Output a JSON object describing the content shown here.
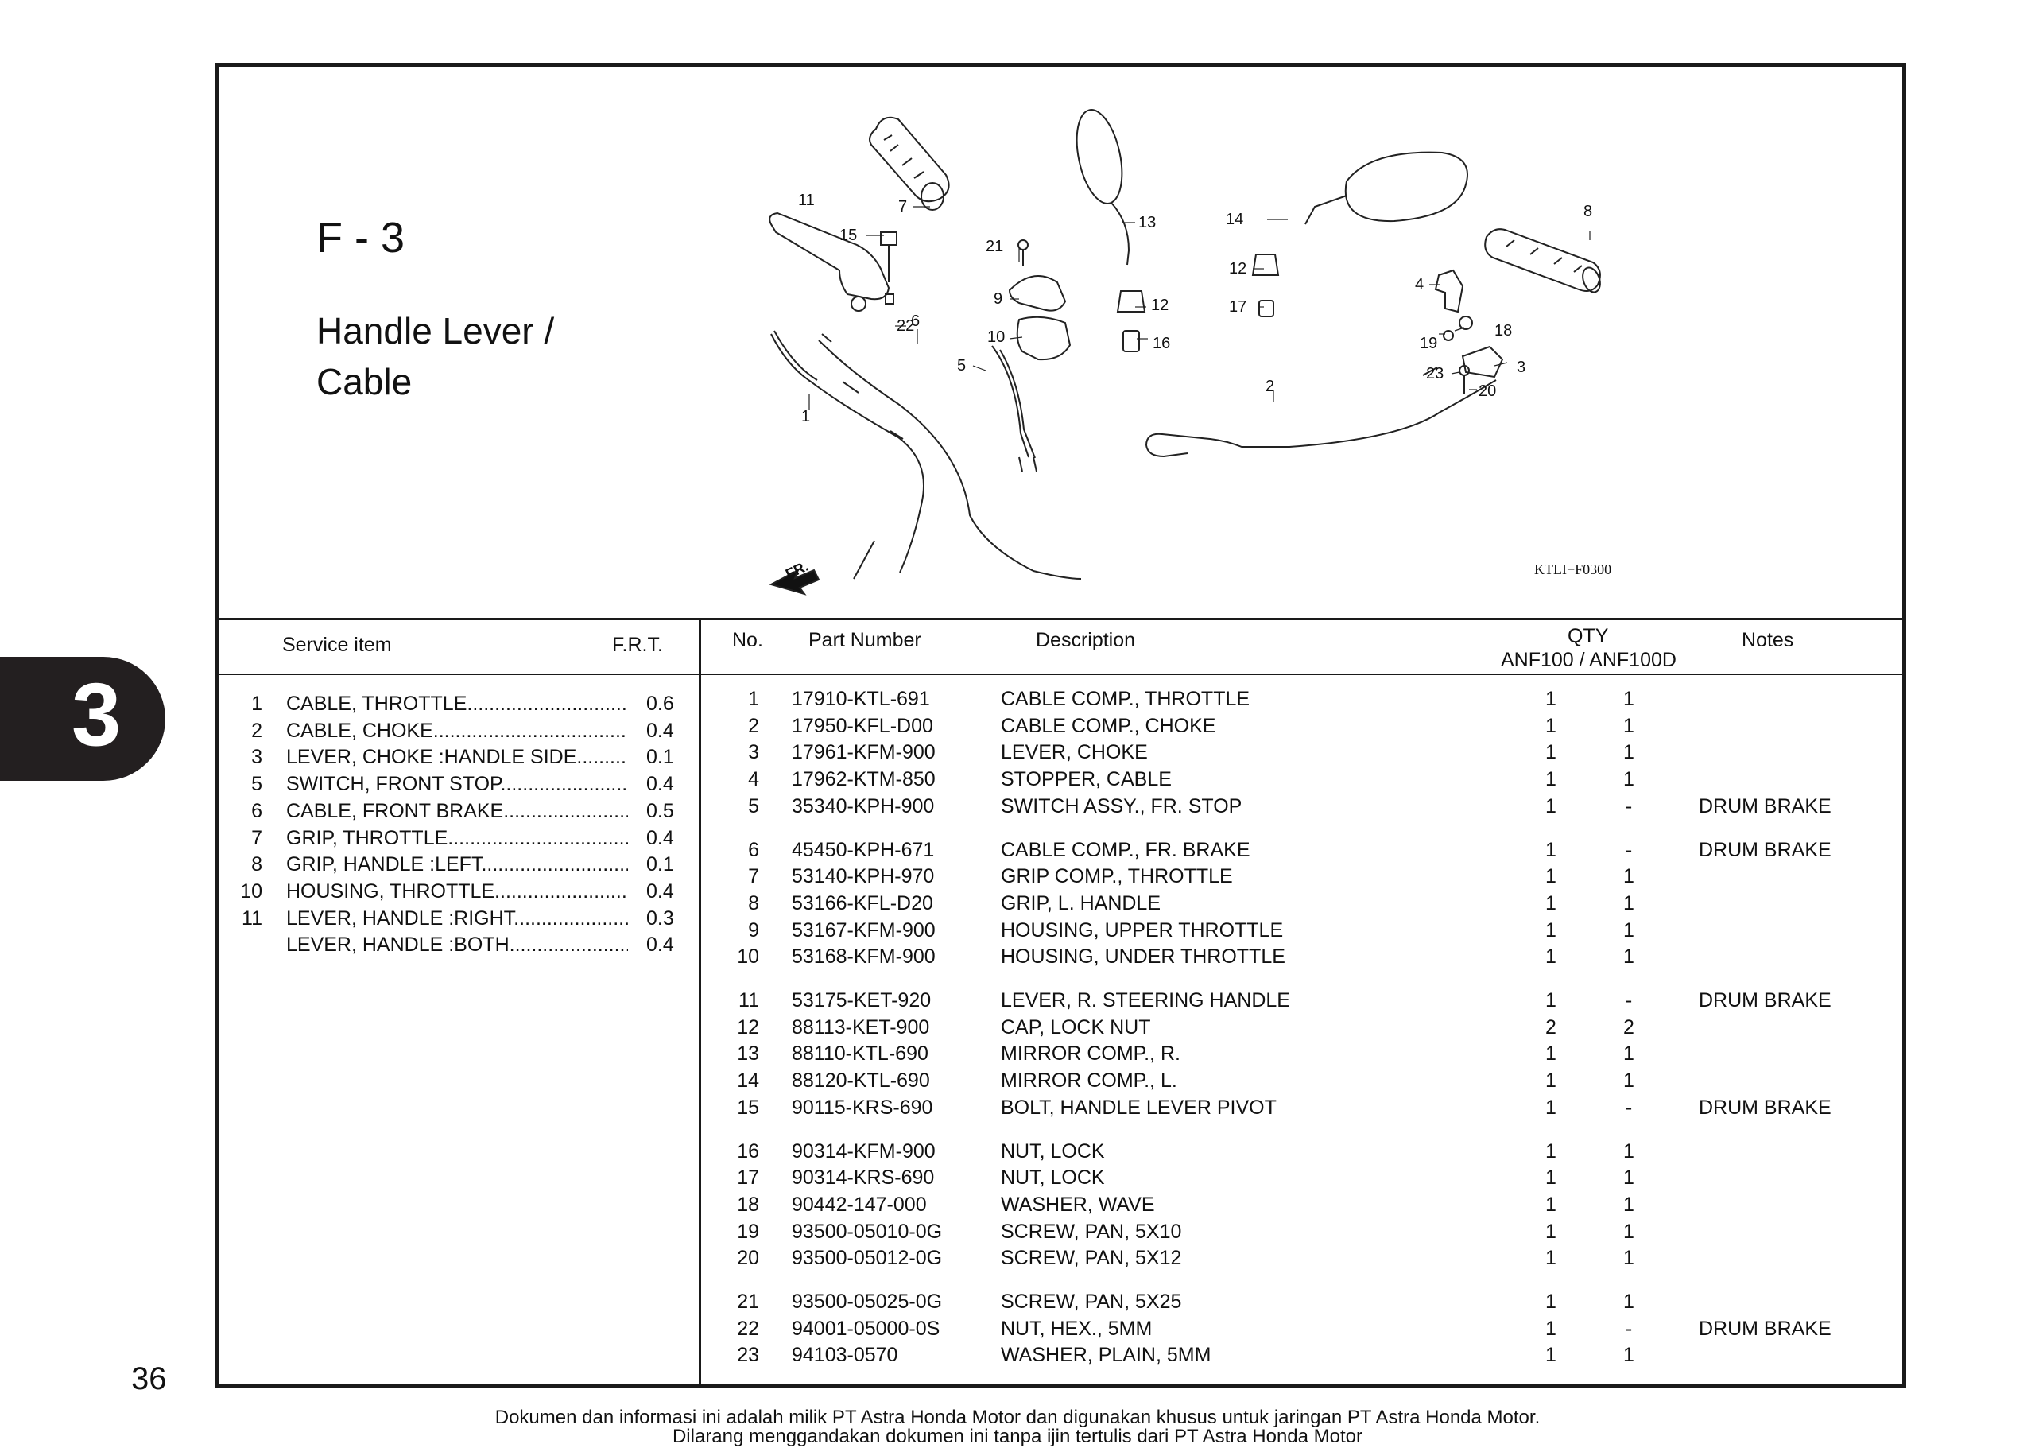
{
  "section": {
    "code": "F - 3",
    "title_line1": "Handle Lever /",
    "title_line2": "Cable"
  },
  "tab_number": "3",
  "page_number": "36",
  "diagram": {
    "code": "KTLI−F0300",
    "direction_label": "FR.",
    "callouts": [
      "1",
      "2",
      "3",
      "4",
      "5",
      "6",
      "7",
      "8",
      "9",
      "10",
      "11",
      "12",
      "13",
      "14",
      "15",
      "16",
      "17",
      "18",
      "19",
      "20",
      "21",
      "22",
      "23"
    ]
  },
  "service_table": {
    "header_item": "Service item",
    "header_frt": "F.R.T.",
    "rows": [
      {
        "no": "1",
        "item": "CABLE, THROTTLE",
        "frt": "0.6"
      },
      {
        "no": "2",
        "item": "CABLE, CHOKE",
        "frt": "0.4"
      },
      {
        "no": "3",
        "item": "LEVER, CHOKE :HANDLE SIDE",
        "frt": "0.1"
      },
      {
        "no": "5",
        "item": "SWITCH, FRONT STOP",
        "frt": "0.4"
      },
      {
        "no": "6",
        "item": "CABLE, FRONT BRAKE",
        "frt": "0.5"
      },
      {
        "no": "7",
        "item": "GRIP, THROTTLE",
        "frt": "0.4"
      },
      {
        "no": "8",
        "item": "GRIP, HANDLE :LEFT",
        "frt": "0.1"
      },
      {
        "no": "10",
        "item": "HOUSING, THROTTLE",
        "frt": "0.4"
      },
      {
        "no": "11",
        "item": "LEVER, HANDLE :RIGHT",
        "frt": "0.3"
      },
      {
        "no": "",
        "item": "LEVER, HANDLE :BOTH",
        "frt": "0.4"
      }
    ]
  },
  "parts_table": {
    "header_no": "No.",
    "header_part": "Part Number",
    "header_desc": "Description",
    "header_qty": "QTY",
    "header_qty_models": "ANF100 / ANF100D",
    "header_notes": "Notes",
    "rows": [
      {
        "no": "1",
        "part": "17910-KTL-691",
        "desc": "CABLE COMP., THROTTLE",
        "q1": "1",
        "q2": "1",
        "notes": ""
      },
      {
        "no": "2",
        "part": "17950-KFL-D00",
        "desc": "CABLE COMP., CHOKE",
        "q1": "1",
        "q2": "1",
        "notes": ""
      },
      {
        "no": "3",
        "part": "17961-KFM-900",
        "desc": "LEVER, CHOKE",
        "q1": "1",
        "q2": "1",
        "notes": ""
      },
      {
        "no": "4",
        "part": "17962-KTM-850",
        "desc": "STOPPER, CABLE",
        "q1": "1",
        "q2": "1",
        "notes": ""
      },
      {
        "no": "5",
        "part": "35340-KPH-900",
        "desc": "SWITCH ASSY., FR. STOP",
        "q1": "1",
        "q2": "-",
        "notes": "DRUM BRAKE"
      },
      {
        "no": "6",
        "part": "45450-KPH-671",
        "desc": "CABLE COMP., FR. BRAKE",
        "q1": "1",
        "q2": "-",
        "notes": "DRUM BRAKE"
      },
      {
        "no": "7",
        "part": "53140-KPH-970",
        "desc": "GRIP COMP., THROTTLE",
        "q1": "1",
        "q2": "1",
        "notes": ""
      },
      {
        "no": "8",
        "part": "53166-KFL-D20",
        "desc": "GRIP, L. HANDLE",
        "q1": "1",
        "q2": "1",
        "notes": ""
      },
      {
        "no": "9",
        "part": "53167-KFM-900",
        "desc": "HOUSING, UPPER THROTTLE",
        "q1": "1",
        "q2": "1",
        "notes": ""
      },
      {
        "no": "10",
        "part": "53168-KFM-900",
        "desc": "HOUSING, UNDER THROTTLE",
        "q1": "1",
        "q2": "1",
        "notes": ""
      },
      {
        "no": "11",
        "part": "53175-KET-920",
        "desc": "LEVER, R. STEERING HANDLE",
        "q1": "1",
        "q2": "-",
        "notes": "DRUM BRAKE"
      },
      {
        "no": "12",
        "part": "88113-KET-900",
        "desc": "CAP, LOCK NUT",
        "q1": "2",
        "q2": "2",
        "notes": ""
      },
      {
        "no": "13",
        "part": "88110-KTL-690",
        "desc": "MIRROR COMP., R.",
        "q1": "1",
        "q2": "1",
        "notes": ""
      },
      {
        "no": "14",
        "part": "88120-KTL-690",
        "desc": "MIRROR COMP., L.",
        "q1": "1",
        "q2": "1",
        "notes": ""
      },
      {
        "no": "15",
        "part": "90115-KRS-690",
        "desc": "BOLT, HANDLE LEVER PIVOT",
        "q1": "1",
        "q2": "-",
        "notes": "DRUM BRAKE"
      },
      {
        "no": "16",
        "part": "90314-KFM-900",
        "desc": "NUT, LOCK",
        "q1": "1",
        "q2": "1",
        "notes": ""
      },
      {
        "no": "17",
        "part": "90314-KRS-690",
        "desc": "NUT, LOCK",
        "q1": "1",
        "q2": "1",
        "notes": ""
      },
      {
        "no": "18",
        "part": "90442-147-000",
        "desc": "WASHER, WAVE",
        "q1": "1",
        "q2": "1",
        "notes": ""
      },
      {
        "no": "19",
        "part": "93500-05010-0G",
        "desc": "SCREW, PAN, 5X10",
        "q1": "1",
        "q2": "1",
        "notes": ""
      },
      {
        "no": "20",
        "part": "93500-05012-0G",
        "desc": "SCREW, PAN, 5X12",
        "q1": "1",
        "q2": "1",
        "notes": ""
      },
      {
        "no": "21",
        "part": "93500-05025-0G",
        "desc": "SCREW, PAN, 5X25",
        "q1": "1",
        "q2": "1",
        "notes": ""
      },
      {
        "no": "22",
        "part": "94001-05000-0S",
        "desc": "NUT, HEX., 5MM",
        "q1": "1",
        "q2": "-",
        "notes": "DRUM BRAKE"
      },
      {
        "no": "23",
        "part": "94103-0570",
        "desc": "WASHER, PLAIN, 5MM",
        "q1": "1",
        "q2": "1",
        "notes": ""
      }
    ]
  },
  "footer": {
    "line1": "Dokumen dan informasi ini adalah milik PT Astra Honda Motor dan digunakan khusus untuk jaringan PT Astra Honda Motor.",
    "line2": "Dilarang menggandakan dokumen ini tanpa ijin tertulis dari PT Astra Honda Motor"
  }
}
